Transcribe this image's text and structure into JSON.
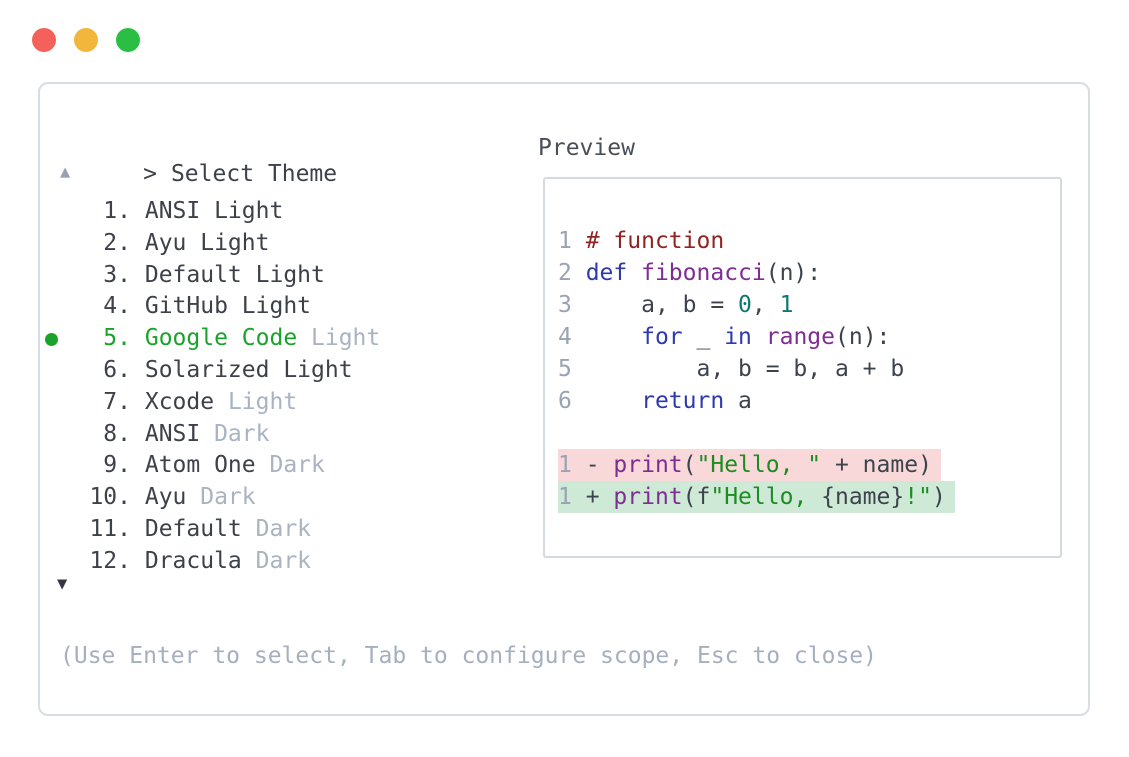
{
  "window": {
    "controls": [
      {
        "name": "close",
        "color": "#f4615b"
      },
      {
        "name": "minimize",
        "color": "#f2b63d"
      },
      {
        "name": "zoom",
        "color": "#2abe45"
      }
    ]
  },
  "prompt": {
    "caret": ">",
    "title": "Select Theme"
  },
  "scroll": {
    "up": "▲",
    "down": "▼"
  },
  "theme_list": [
    {
      "num": "1.",
      "label": "ANSI Light",
      "dim": "",
      "selected": false
    },
    {
      "num": "2.",
      "label": "Ayu Light",
      "dim": "",
      "selected": false
    },
    {
      "num": "3.",
      "label": "Default Light",
      "dim": "",
      "selected": false
    },
    {
      "num": "4.",
      "label": "GitHub Light",
      "dim": "",
      "selected": false
    },
    {
      "num": "5.",
      "label": "Google Code",
      "dim": "Light",
      "selected": true
    },
    {
      "num": "6.",
      "label": "Solarized Light",
      "dim": "",
      "selected": false
    },
    {
      "num": "7.",
      "label": "Xcode",
      "dim": "Light",
      "selected": false
    },
    {
      "num": "8.",
      "label": "ANSI",
      "dim": "Dark",
      "selected": false
    },
    {
      "num": "9.",
      "label": "Atom One",
      "dim": "Dark",
      "selected": false
    },
    {
      "num": "10.",
      "label": "Ayu",
      "dim": "Dark",
      "selected": false
    },
    {
      "num": "11.",
      "label": "Default",
      "dim": "Dark",
      "selected": false
    },
    {
      "num": "12.",
      "label": "Dracula",
      "dim": "Dark",
      "selected": false
    }
  ],
  "preview": {
    "label": "Preview",
    "code_lines": [
      {
        "num": "1",
        "bg": "",
        "segments": [
          [
            "# function",
            "comment"
          ]
        ]
      },
      {
        "num": "2",
        "bg": "",
        "segments": [
          [
            "def",
            "keyword"
          ],
          [
            " ",
            "plain"
          ],
          [
            "fibonacci",
            "func"
          ],
          [
            "(n):",
            "plain"
          ]
        ]
      },
      {
        "num": "3",
        "bg": "",
        "segments": [
          [
            "    a, b = ",
            "plain"
          ],
          [
            "0",
            "literal"
          ],
          [
            ", ",
            "plain"
          ],
          [
            "1",
            "literal"
          ]
        ]
      },
      {
        "num": "4",
        "bg": "",
        "segments": [
          [
            "    ",
            "plain"
          ],
          [
            "for",
            "keyword"
          ],
          [
            " _ ",
            "plain"
          ],
          [
            "in",
            "keyword"
          ],
          [
            " ",
            "plain"
          ],
          [
            "range",
            "func"
          ],
          [
            "(n):",
            "plain"
          ]
        ]
      },
      {
        "num": "5",
        "bg": "",
        "segments": [
          [
            "        a, b = b, a + b",
            "plain"
          ]
        ]
      },
      {
        "num": "6",
        "bg": "",
        "segments": [
          [
            "    ",
            "plain"
          ],
          [
            "return",
            "keyword"
          ],
          [
            " a",
            "plain"
          ]
        ]
      },
      {
        "num": "",
        "bg": "",
        "segments": []
      },
      {
        "num": "1",
        "bg": "removed",
        "segments": [
          [
            "- ",
            "plain"
          ],
          [
            "print",
            "func"
          ],
          [
            "(",
            "plain"
          ],
          [
            "\"Hello, \"",
            "string"
          ],
          [
            " + name)",
            "plain"
          ]
        ]
      },
      {
        "num": "1",
        "bg": "added",
        "segments": [
          [
            "+ ",
            "plain"
          ],
          [
            "print",
            "func"
          ],
          [
            "(f",
            "plain"
          ],
          [
            "\"Hello, ",
            "string"
          ],
          [
            "{name}",
            "plain"
          ],
          [
            "!\"",
            "string"
          ],
          [
            ")",
            "plain"
          ]
        ]
      }
    ]
  },
  "hint": "(Use Enter to select, Tab to configure scope, Esc to close)",
  "colors": {
    "selected_green": "#1aa32b",
    "text_dark": "#3d4149",
    "text_dim": "#a9b3c2",
    "hint_text": "#a5afbf",
    "line_number": "#99a3b3",
    "code_comment": "#8e2522",
    "code_keyword": "#2d39ad",
    "code_function": "#7e2d92",
    "code_literal": "#0f7678",
    "code_string": "#1b8d21",
    "code_plain": "#3d434d",
    "diff_removed_bg": "#f9d8da",
    "diff_added_bg": "#cfe9d7",
    "panel_border": "#d8dce3",
    "traffic_red": "#f4615b",
    "traffic_yellow": "#f2b63d",
    "traffic_green": "#2abe45"
  }
}
